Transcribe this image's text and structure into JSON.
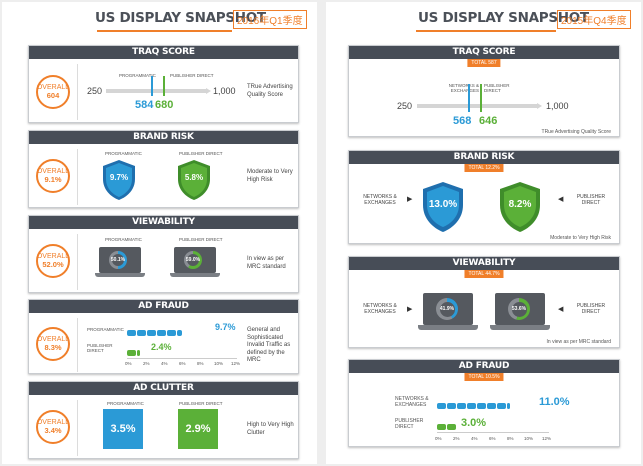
{
  "left": {
    "title": "US DISPLAY SNAPSHOT",
    "quarter": "2016年Q1季度",
    "traq": {
      "header": "TRAQ SCORE",
      "overall_label": "OVERALL",
      "overall_value": "604",
      "min": "250",
      "max": "1,000",
      "prog_label": "PROGRAMMATIC",
      "pub_label": "PUBLISHER DIRECT",
      "prog_value": "584",
      "pub_value": "680",
      "prog_score": 584,
      "pub_score": 680,
      "scale_min": 250,
      "scale_max": 1000,
      "note": "TRue Advertising Quality Score"
    },
    "brand": {
      "header": "BRAND RISK",
      "overall_label": "OVERALL",
      "overall_value": "9.1%",
      "prog_label": "PROGRAMMATIC",
      "pub_label": "PUBLISHER DIRECT",
      "prog_value": "9.7%",
      "pub_value": "5.8%",
      "note": "Moderate to Very High Risk"
    },
    "view": {
      "header": "VIEWABILITY",
      "overall_label": "OVERALL",
      "overall_value": "52.0%",
      "prog_label": "PROGRAMMATIC",
      "pub_label": "PUBLISHER DIRECT",
      "prog_value": "50.1%",
      "pub_value": "59.0%",
      "note": "In view as per MRC standard"
    },
    "fraud": {
      "header": "AD FRAUD",
      "overall_label": "OVERALL",
      "overall_value": "8.3%",
      "prog_label": "PROGRAMMATIC",
      "pub_label": "PUBLISHER DIRECT",
      "prog_value": "9.7%",
      "pub_value": "2.4%",
      "ticks": [
        "0%",
        "2%",
        "4%",
        "6%",
        "8%",
        "10%",
        "12%"
      ],
      "note": "General and Sophisticated Invalid Traffic as defined by the MRC"
    },
    "clutter": {
      "header": "AD CLUTTER",
      "overall_label": "OVERALL",
      "overall_value": "3.4%",
      "prog_label": "PROGRAMMATIC",
      "pub_label": "PUBLISHER DIRECT",
      "prog_value": "3.5%",
      "pub_value": "2.9%",
      "note": "High to Very High Clutter"
    }
  },
  "right": {
    "title": "US DISPLAY SNAPSHOT",
    "quarter": "2015年Q4季度",
    "traq": {
      "header": "TRAQ SCORE",
      "total": "TOTAL 587",
      "min": "250",
      "max": "1,000",
      "net_label": "NETWORKS & EXCHANGES",
      "pub_label": "PUBLISHER DIRECT",
      "net_value": "568",
      "pub_value": "646",
      "net_score": 568,
      "pub_score": 646,
      "scale_min": 250,
      "scale_max": 1000,
      "note": "TRue Advertising Quality Score"
    },
    "brand": {
      "header": "BRAND RISK",
      "total": "TOTAL 12.2%",
      "net_label": "NETWORKS & EXCHANGES",
      "pub_label": "PUBLISHER DIRECT",
      "net_value": "13.0%",
      "pub_value": "8.2%",
      "note": "Moderate to Very High Risk"
    },
    "view": {
      "header": "VIEWABILITY",
      "total": "TOTAL 44.7%",
      "net_label": "NETWORKS & EXCHANGES",
      "pub_label": "PUBLISHER DIRECT",
      "net_value": "41.9%",
      "pub_value": "53.6%",
      "note": "In view as per MRC standard"
    },
    "fraud": {
      "header": "AD FRAUD",
      "total": "TOTAL 10.5%",
      "net_label": "NETWORKS & EXCHANGES",
      "pub_label": "PUBLISHER DIRECT",
      "net_value": "11.0%",
      "pub_value": "3.0%",
      "ticks": [
        "0%",
        "2%",
        "4%",
        "6%",
        "8%",
        "10%",
        "12%"
      ]
    }
  },
  "colors": {
    "orange": "#f07f2a",
    "blue": "#2b9ad6",
    "green": "#5bb038",
    "dark": "#474d57"
  }
}
